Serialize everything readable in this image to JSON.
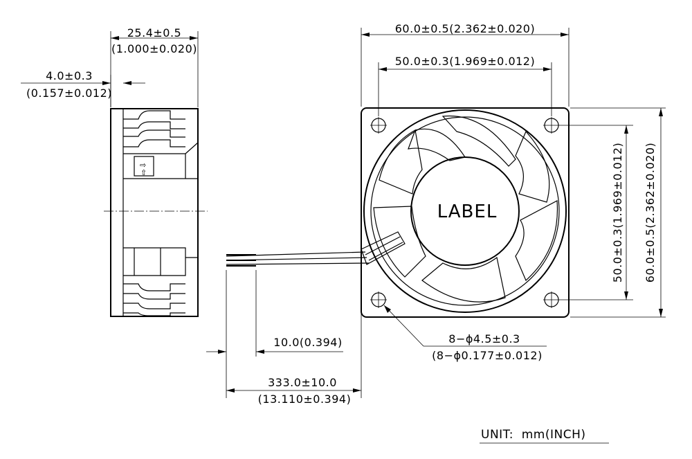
{
  "side_view": {
    "depth_dim": "25.4±0.5",
    "depth_dim_inch": "(1.000±0.020)",
    "flange_dim": "4.0±0.3",
    "flange_dim_inch": "(0.157±0.012)"
  },
  "front_view": {
    "label_text": "LABEL",
    "outer_width_dim": "60.0±0.5(2.362±0.020)",
    "hole_pitch_dim": "50.0±0.3(1.969±0.012)",
    "hole_pitch_vertical_dim": "50.0±0.3(1.969±0.012)",
    "outer_height_dim": "60.0±0.5(2.362±0.020)",
    "hole_dim": "8−ϕ4.5±0.3",
    "hole_dim_inch": "(8−ϕ0.177±0.012)"
  },
  "leads": {
    "strip_dim": "10.0(0.394)",
    "length_dim": "333.0±10.0",
    "length_dim_inch": "(13.110±0.394)"
  },
  "unit_note": "UNIT:  mm(INCH)"
}
